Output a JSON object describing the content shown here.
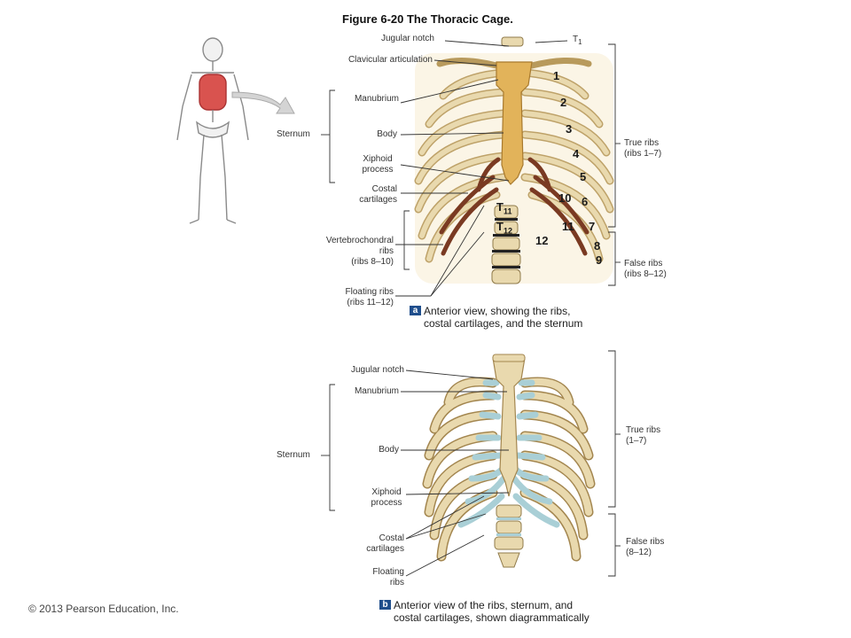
{
  "figure_title": "Figure 6-20  The Thoracic Cage.",
  "panel_a": {
    "labels": {
      "jugular_notch": "Jugular notch",
      "clavicular_articulation": "Clavicular articulation",
      "manubrium": "Manubrium",
      "sternum": "Sternum",
      "body": "Body",
      "xiphoid_process": "Xiphoid\nprocess",
      "costal_cartilages": "Costal\ncartilages",
      "vertebrochondral_ribs": "Vertebrochondral\nribs\n(ribs 8–10)",
      "floating_ribs": "Floating ribs\n(ribs 11–12)",
      "t1": "T",
      "t1_sub": "1",
      "true_ribs": "True ribs\n(ribs 1–7)",
      "false_ribs": "False ribs\n(ribs 8–12)",
      "t11": "T",
      "t11_sub": "11",
      "t12": "T",
      "t12_sub": "12"
    },
    "rib_numbers": [
      "1",
      "2",
      "3",
      "4",
      "5",
      "6",
      "7",
      "8",
      "9",
      "10",
      "11",
      "12"
    ],
    "badge": "a",
    "caption": "Anterior view, showing the ribs,\ncostal cartilages, and the sternum"
  },
  "panel_b": {
    "labels": {
      "jugular_notch": "Jugular notch",
      "manubrium": "Manubrium",
      "sternum": "Sternum",
      "body": "Body",
      "xiphoid_process": "Xiphoid\nprocess",
      "costal_cartilages": "Costal\ncartilages",
      "floating_ribs": "Floating\nribs",
      "true_ribs": "True ribs\n(1–7)",
      "false_ribs": "False ribs\n(8–12)"
    },
    "badge": "b",
    "caption": "Anterior view of the ribs, sternum, and\ncostal cartilages, shown diagrammatically"
  },
  "copyright": "© 2013 Pearson Education, Inc.",
  "colors": {
    "bone": "#e9d9ae",
    "bone_stroke": "#b89a5c",
    "cartilage_a": "#7a3a22",
    "cartilage_b": "#a9cfd6",
    "sternum_a": "#e2b35a",
    "leader": "#333333",
    "badge": "#1f4e8c"
  }
}
